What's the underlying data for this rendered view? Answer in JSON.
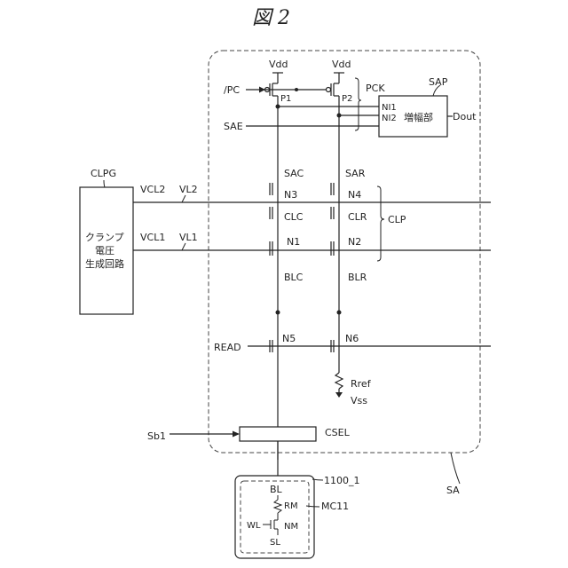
{
  "figure": {
    "title": "図 2"
  },
  "supply": {
    "vdd_left": "Vdd",
    "vdd_right": "Vdd"
  },
  "signals": {
    "pc": "/PC",
    "sae": "SAE",
    "read": "READ",
    "sb1": "Sb1"
  },
  "nodes": {
    "p1": "P1",
    "p2": "P2",
    "n1": "N1",
    "n2": "N2",
    "n3": "N3",
    "n4": "N4",
    "n5": "N5",
    "n6": "N6",
    "ni1": "NI1",
    "ni2": "NI2"
  },
  "transistors": {
    "sac": "SAC",
    "sar": "SAR",
    "clc": "CLC",
    "clr": "CLR",
    "blc": "BLC",
    "blr": "BLR"
  },
  "groups": {
    "pck": "PCK",
    "clp": "CLP",
    "sap": "SAP",
    "sa": "SA"
  },
  "amplifier": {
    "label": "増幅部",
    "output": "Dout"
  },
  "clamp_generator": {
    "tag": "CLPG",
    "line1": "クランプ",
    "line2": "電圧",
    "line3": "生成回路",
    "vcl2": "VCL2",
    "vl2": "VL2",
    "vcl1": "VCL1",
    "vl1": "VL1"
  },
  "reference": {
    "rref": "Rref",
    "vss": "Vss"
  },
  "selector": {
    "label": "CSEL"
  },
  "memory_cell": {
    "array_tag": "1100_1",
    "cell_tag": "MC11",
    "bl": "BL",
    "rm": "RM",
    "nm": "NM",
    "wl": "WL",
    "sl": "SL"
  }
}
